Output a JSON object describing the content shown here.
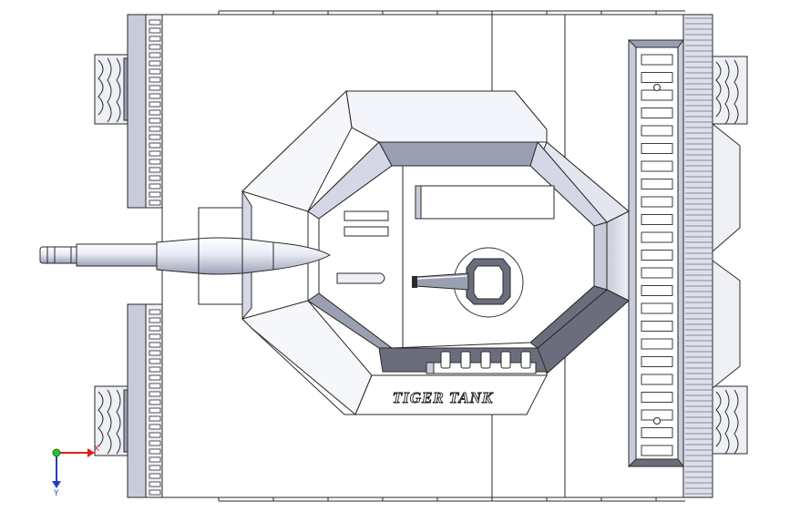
{
  "model": {
    "label": "TIGER TANK"
  },
  "triad": {
    "x_label": "X",
    "y_label": "Y",
    "x_color": "#e0201a",
    "y_color": "#2040c0",
    "origin_color": "#30c030"
  },
  "colors": {
    "background": "#ffffff",
    "line": "#2a2a2a",
    "face_light": "#f2f4fa",
    "face_mid": "#d4d8e6",
    "face_dark": "#9aa0b2",
    "face_darker": "#6a6e7c"
  }
}
